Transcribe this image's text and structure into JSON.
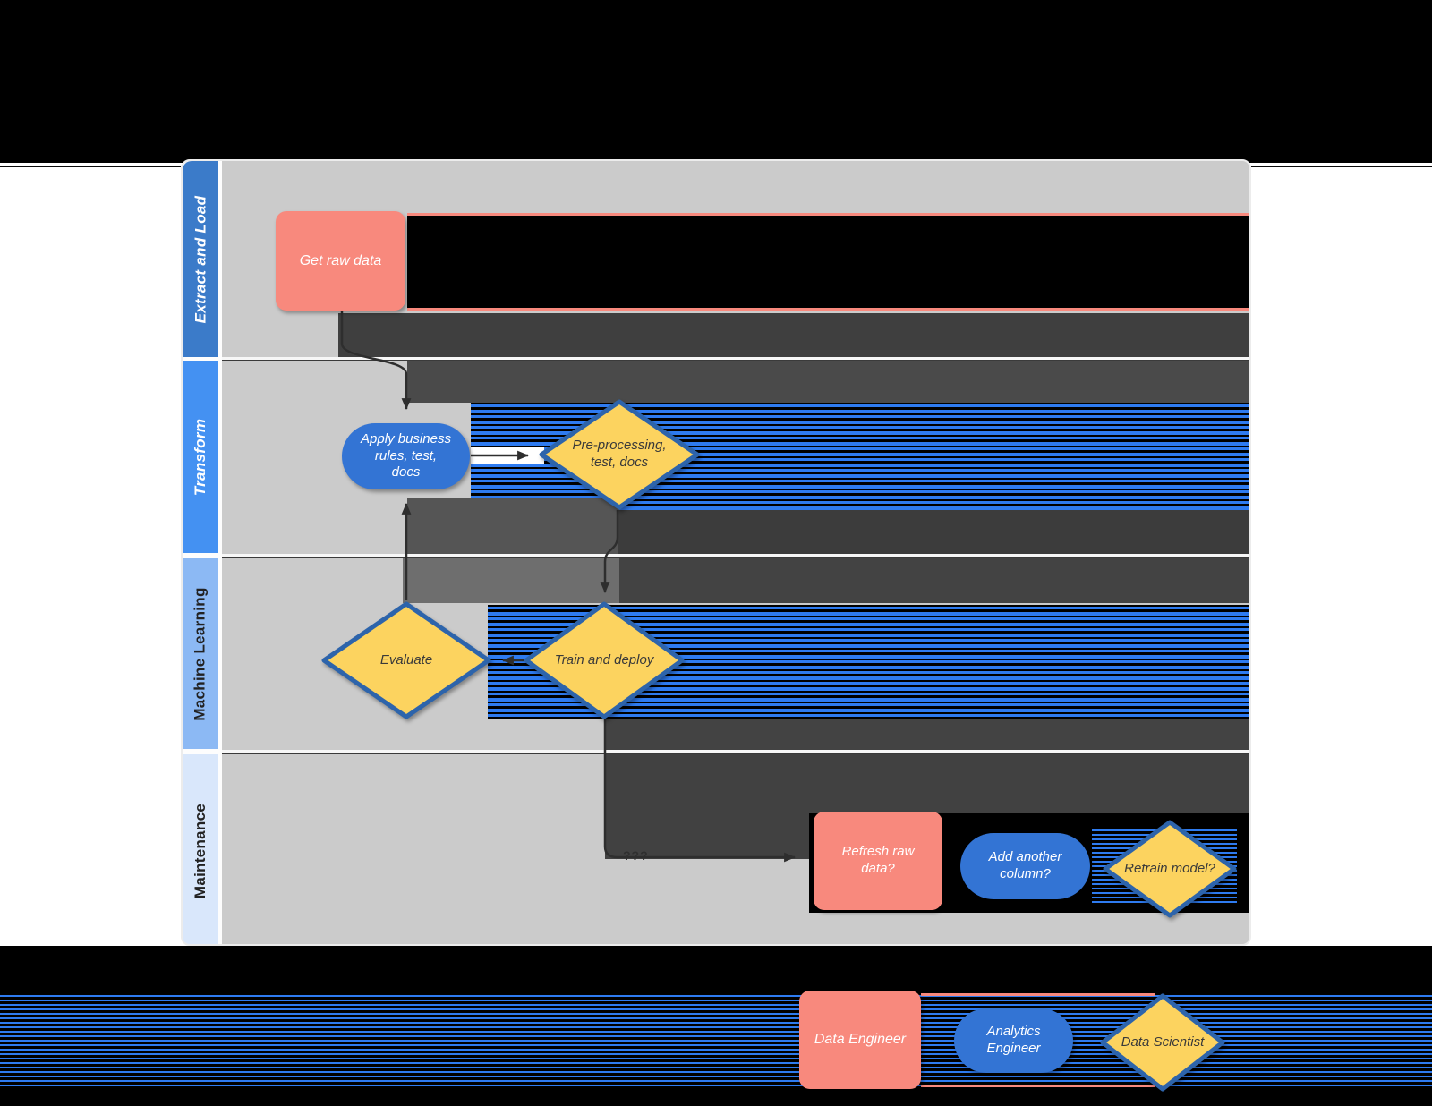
{
  "diagram": {
    "lanes": [
      {
        "label": "Extract and Load",
        "header_color": "#3B7BC9"
      },
      {
        "label": "Transform",
        "header_color": "#4491F2"
      },
      {
        "label": "Machine Learning",
        "header_color": "#8CB9F4"
      },
      {
        "label": "Maintenance",
        "header_color": "#D9E7FB"
      }
    ],
    "nodes": {
      "get_raw_data": {
        "label": "Get raw data",
        "shape": "rounded-rect",
        "color": "#F8897D",
        "lane": "Extract and Load"
      },
      "apply_rules": {
        "label": "Apply business\nrules, test,\ndocs",
        "shape": "pill",
        "color": "#3374D4",
        "lane": "Transform"
      },
      "pre_processing": {
        "label": "Pre-processing,\ntest, docs",
        "shape": "diamond",
        "color": "#FCD35F",
        "lane": "Transform"
      },
      "evaluate": {
        "label": "Evaluate",
        "shape": "diamond",
        "color": "#FCD35F",
        "lane": "Machine Learning"
      },
      "train_and_deploy": {
        "label": "Train and deploy",
        "shape": "diamond",
        "color": "#FCD35F",
        "lane": "Machine Learning"
      },
      "refresh_raw_data": {
        "label": "Refresh raw\ndata?",
        "shape": "rounded-rect",
        "color": "#F8897D",
        "lane": "Maintenance"
      },
      "add_another_column": {
        "label": "Add another\ncolumn?",
        "shape": "pill",
        "color": "#3374D4",
        "lane": "Maintenance"
      },
      "retrain_model": {
        "label": "Retrain model?",
        "shape": "diamond",
        "color": "#FCD35F",
        "lane": "Maintenance"
      }
    },
    "edges": {
      "get_to_apply": {
        "from": "Get raw data",
        "to": "Apply business rules, test, docs",
        "label": ""
      },
      "apply_to_pre": {
        "from": "Apply business rules, test, docs",
        "to": "Pre-processing, test, docs",
        "label": ""
      },
      "pre_to_train": {
        "from": "Pre-processing, test, docs",
        "to": "Train and deploy",
        "label": ""
      },
      "train_to_evaluate": {
        "from": "Train and deploy",
        "to": "Evaluate",
        "label": ""
      },
      "evaluate_to_apply": {
        "from": "Evaluate",
        "to": "Apply business rules, test, docs",
        "label": ""
      },
      "train_to_refresh": {
        "from": "Train and deploy",
        "to": "Refresh raw data?",
        "label": "???"
      }
    },
    "legend": {
      "items": [
        {
          "label": "Data Engineer",
          "shape": "rounded-rect",
          "color": "#F8897D"
        },
        {
          "label": "Analytics\nEngineer",
          "shape": "pill",
          "color": "#3374D4"
        },
        {
          "label": "Data Scientist",
          "shape": "diamond",
          "color": "#FCD35F"
        }
      ]
    },
    "colors": {
      "lane_body": "#CBCBCB",
      "salmon": "#F8897D",
      "blue": "#3374D4",
      "yellow": "#FCD35F",
      "yellow_border": "#2D64AB",
      "stripe_blue": "#2E7BF0",
      "connector": "#2E2E2E"
    }
  }
}
